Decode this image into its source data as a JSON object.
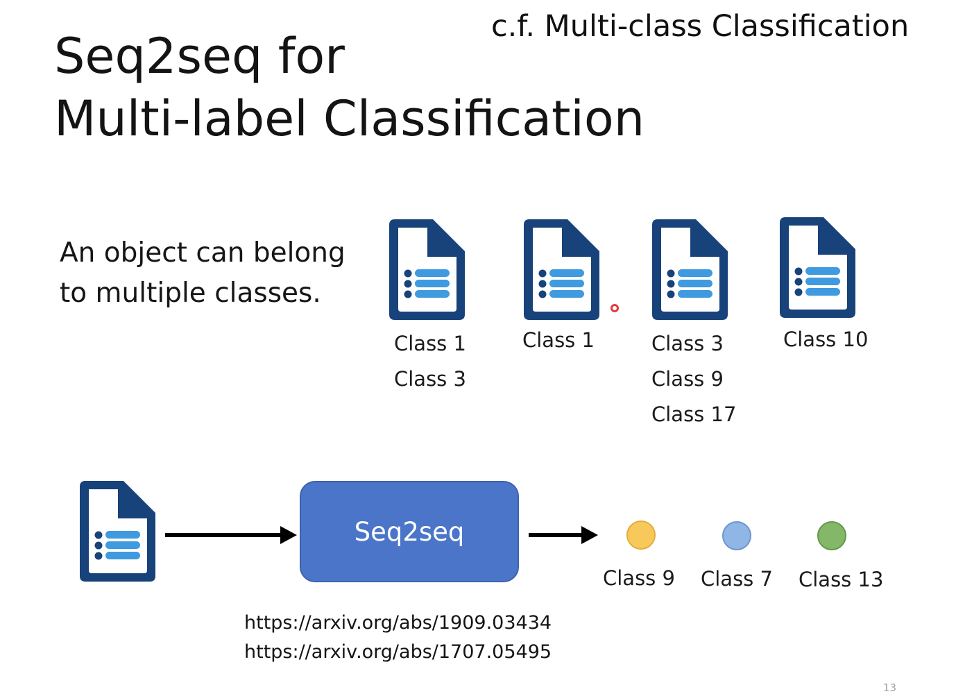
{
  "slide": {
    "title_line1": "Seq2seq for",
    "title_line2": "Multi-label Classification",
    "cf_title": "c.f. Multi-class Classification",
    "description_line1": "An object can belong",
    "description_line2": "to multiple classes.",
    "page_number": "13"
  },
  "examples": [
    {
      "icon": "document-list-icon",
      "labels": [
        "Class 1",
        "Class 3"
      ]
    },
    {
      "icon": "document-list-icon",
      "labels": [
        "Class 1"
      ]
    },
    {
      "icon": "document-list-icon",
      "labels": [
        "Class 3",
        "Class 9",
        "Class 17"
      ]
    },
    {
      "icon": "document-list-icon",
      "labels": [
        "Class 10"
      ]
    }
  ],
  "pipeline": {
    "input_icon": "document-list-icon",
    "model_label": "Seq2seq",
    "outputs": [
      {
        "label": "Class 9",
        "color": "#f7c85a"
      },
      {
        "label": "Class 7",
        "color": "#8fb6e4"
      },
      {
        "label": "Class 13",
        "color": "#84b868"
      }
    ]
  },
  "references": [
    "https://arxiv.org/abs/1909.03434",
    "https://arxiv.org/abs/1707.05495"
  ],
  "colors": {
    "icon_dark": "#17427a",
    "icon_light": "#3f9ae0",
    "model_box": "#4a75c9"
  }
}
